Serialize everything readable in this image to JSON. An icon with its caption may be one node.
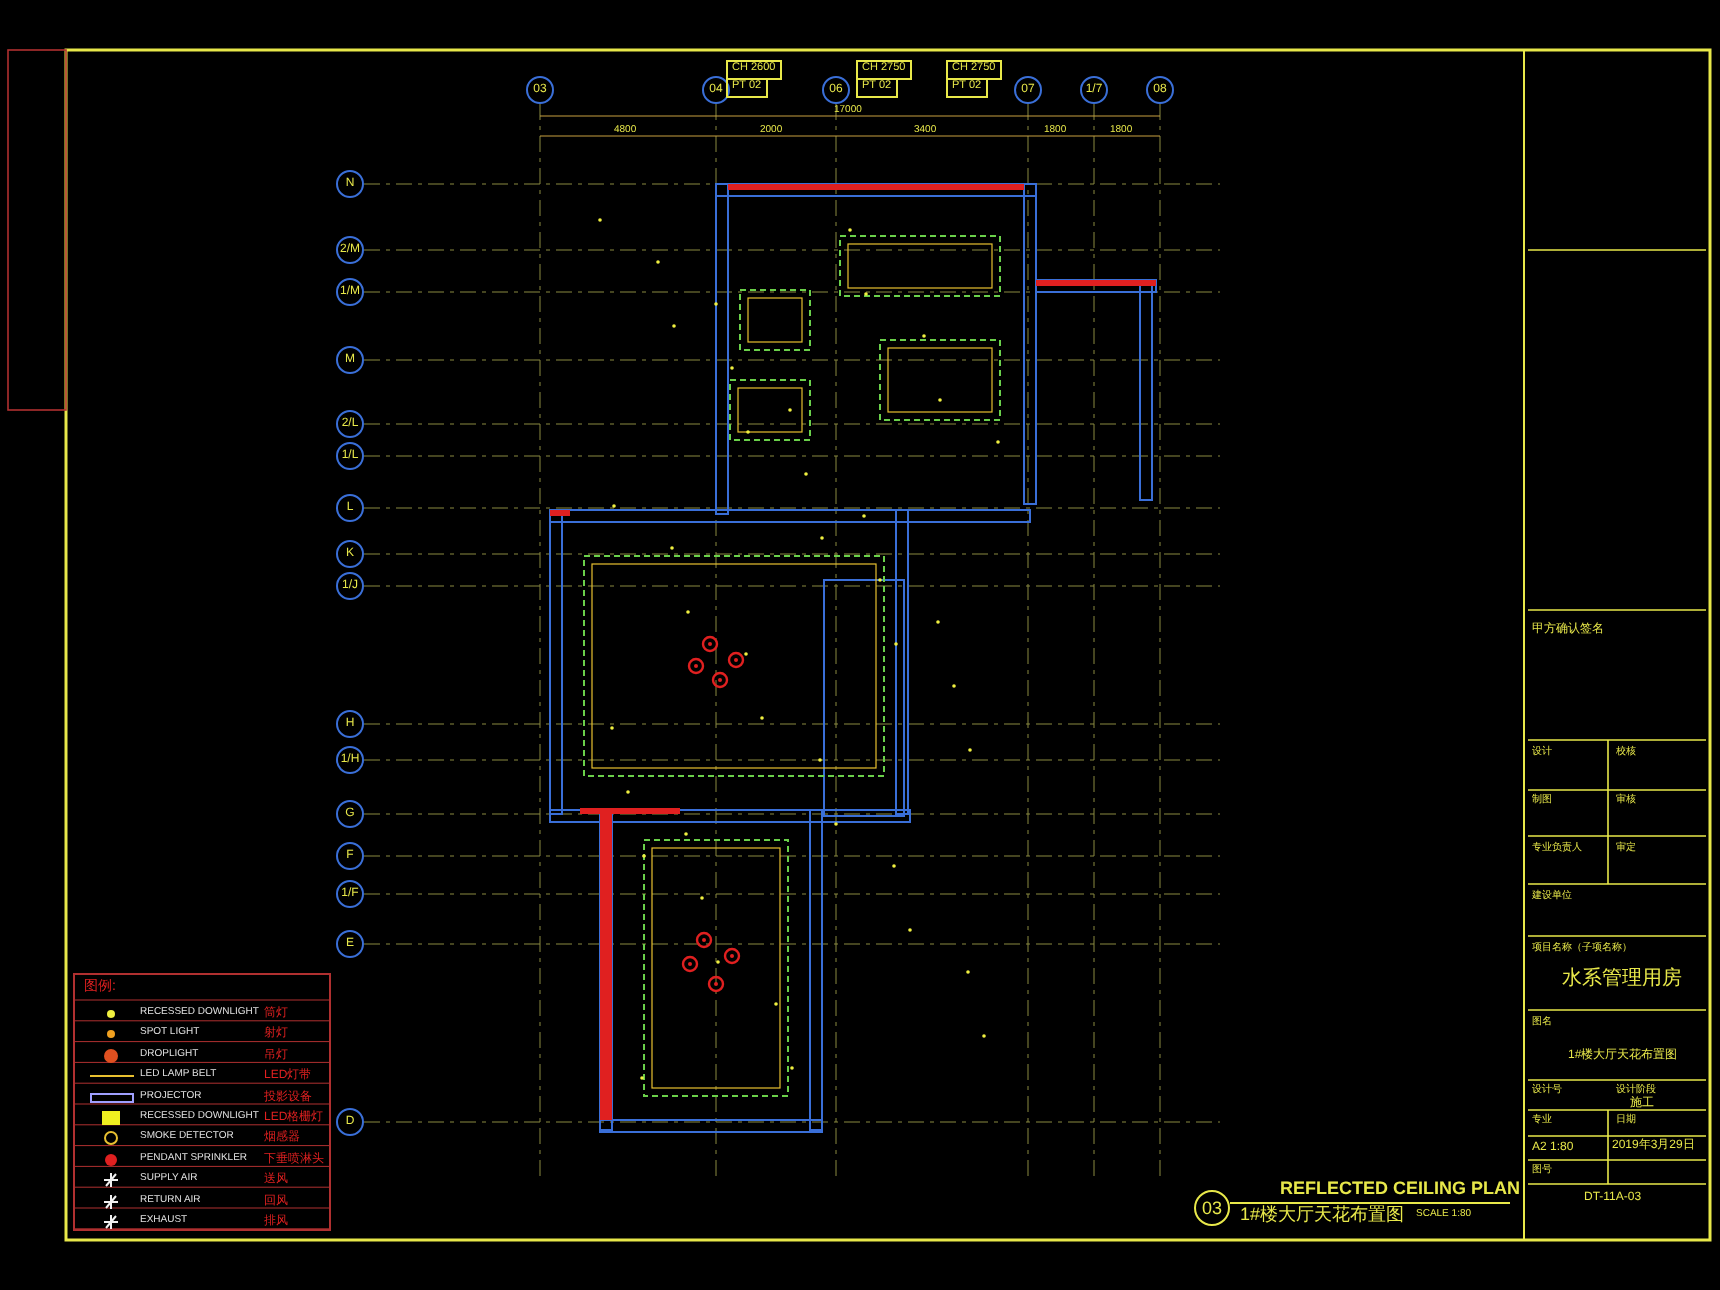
{
  "diagram": {
    "labels": [
      "03",
      "04",
      "06",
      "07",
      "1/7",
      "08",
      "4800",
      "2000",
      "3400",
      "1800",
      "1800",
      "17000",
      "N",
      "2/M",
      "1/M",
      "M",
      "2/L",
      "1/L",
      "L",
      "K",
      "1/J",
      "H",
      "1/H",
      "G",
      "F",
      "1/F",
      "E",
      "D",
      "CH 2600",
      "PT 02",
      "CH 2750",
      "PT 02",
      "CH 2750",
      "PT 02",
      "03",
      "REFLECTED CEILING PLAN",
      "1#楼大厅天花布置图",
      "SCALE 1:80",
      "图例:",
      "筒灯",
      "射灯",
      "吊灯",
      "LED灯带",
      "投影设备",
      "LED格栅灯",
      "烟感器",
      "下垂喷淋头",
      "送风",
      "回风",
      "排风",
      "甲方确认签名",
      "设计",
      "校核",
      "制图",
      "审核",
      "专业负责人",
      "审定",
      "建设单位",
      "项目名称（子项名称）",
      "水系管理用房",
      "图名",
      "1#楼大厅天花布置图",
      "设计号",
      "设计阶段",
      "施工",
      "专业",
      "日期",
      "A2 1:80",
      "2019年3月29日",
      "图号",
      "DT-11A-03"
    ],
    "legend": [
      {
        "text": "RECESSED DOWNLIGHT"
      },
      {
        "text": "SPOT LIGHT"
      },
      {
        "text": "DROPLIGHT"
      },
      {
        "text": "LED LAMP BELT"
      },
      {
        "text": "PROJECTOR"
      },
      {
        "text": "RECESSED DOWNLIGHT"
      },
      {
        "text": "SMOKE DETECTOR"
      },
      {
        "text": "PENDANT SPRINKLER"
      },
      {
        "text": "SUPPLY AIR"
      },
      {
        "text": "RETURN AIR"
      },
      {
        "text": "EXHAUST"
      }
    ]
  }
}
